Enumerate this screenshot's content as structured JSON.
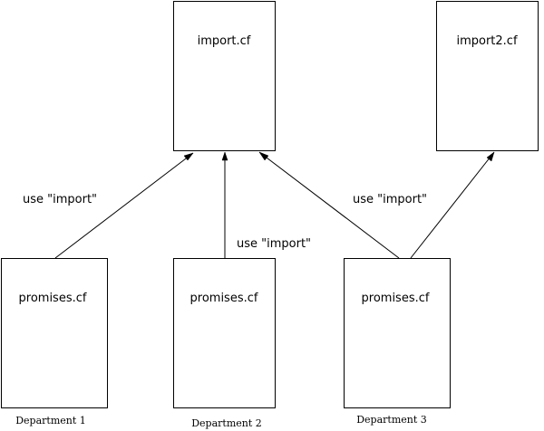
{
  "import_files": [
    {
      "id": "import",
      "label": "import.cf"
    },
    {
      "id": "import2",
      "label": "import2.cf"
    }
  ],
  "departments": [
    {
      "name": "Department 1",
      "file": "promises.cf"
    },
    {
      "name": "Department 2",
      "file": "promises.cf"
    },
    {
      "name": "Department 3",
      "file": "promises.cf"
    }
  ],
  "edges": [
    {
      "from": "dept1",
      "to": "import",
      "label": "use \"import\""
    },
    {
      "from": "dept2",
      "to": "import",
      "label": "use \"import\""
    },
    {
      "from": "dept3",
      "to": "import",
      "label": "use \"import\""
    },
    {
      "from": "dept3",
      "to": "import2",
      "label": ""
    }
  ]
}
